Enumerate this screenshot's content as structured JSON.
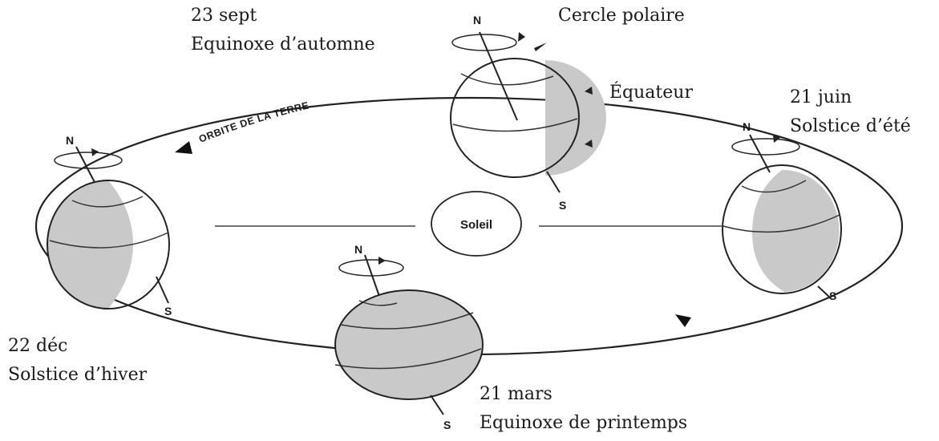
{
  "labels": {
    "sun": "Soleil",
    "orbit": "ORBITE DE LA TERRE",
    "polar_circle": "Cercle polaire",
    "equator": "Équateur",
    "north": "N",
    "south": "S"
  },
  "positions": {
    "autumn": {
      "date": "23  sept",
      "name": "Equinoxe d’automne"
    },
    "summer": {
      "date": "21 juin",
      "name": "Solstice d’été"
    },
    "winter": {
      "date": "22 déc",
      "name": "Solstice d’hiver"
    },
    "spring": {
      "date": "21  mars",
      "name": "Equinoxe de printemps"
    }
  },
  "colors": {
    "night_side": "#c9c9c9",
    "stroke": "#222222"
  }
}
